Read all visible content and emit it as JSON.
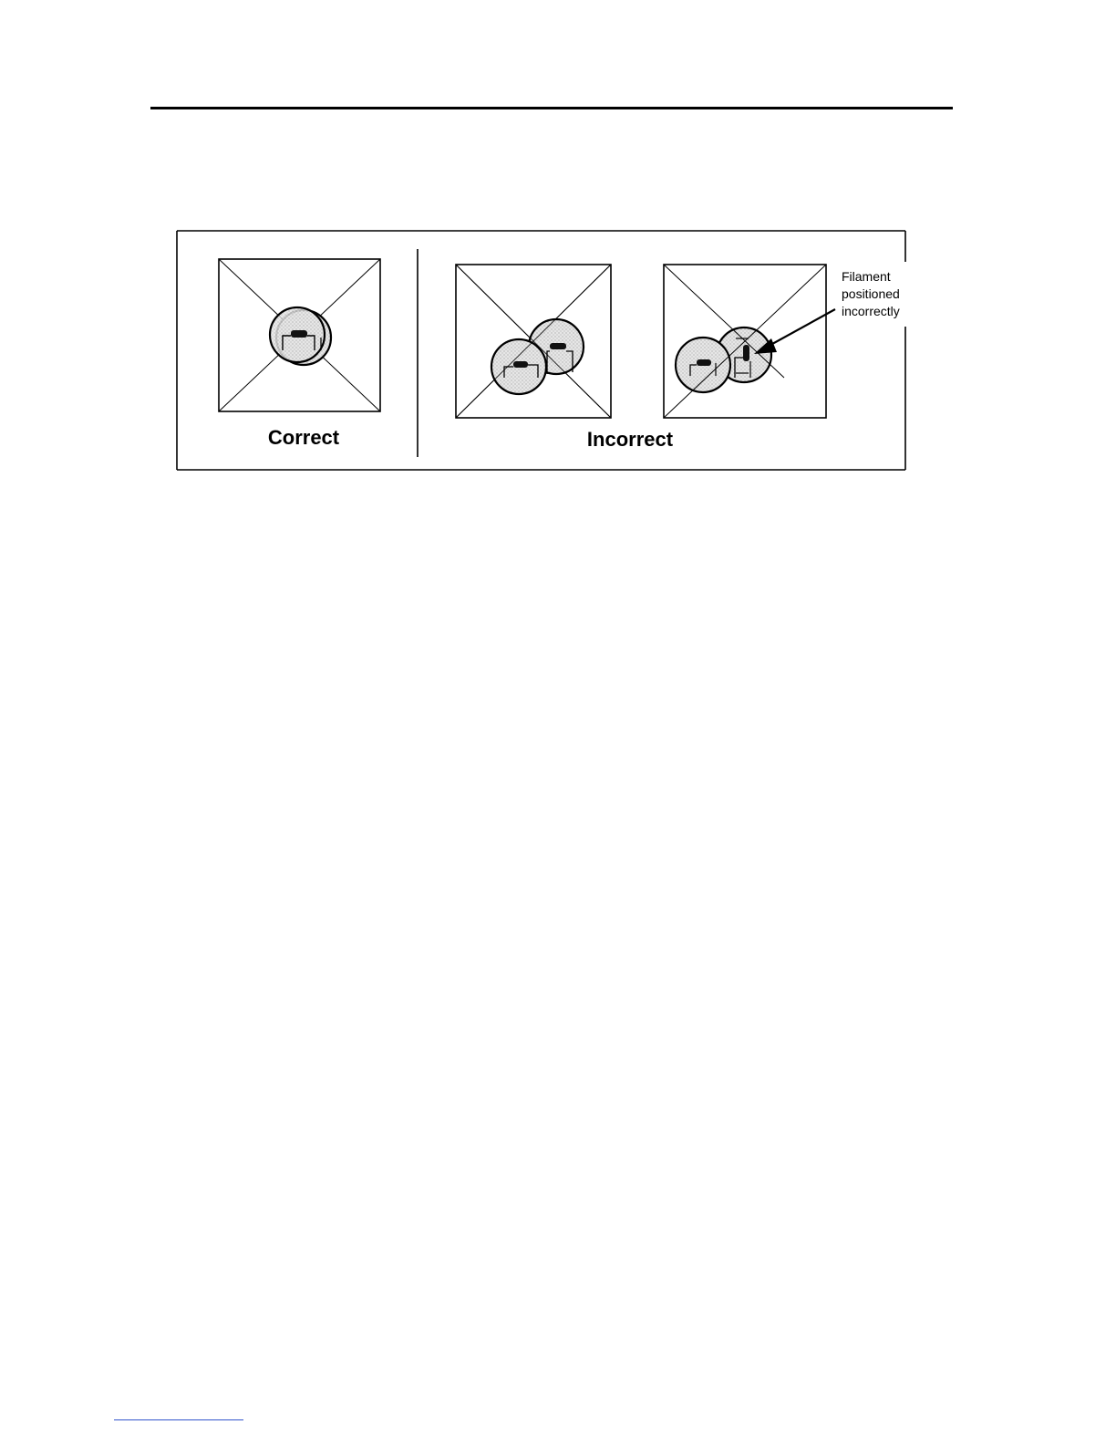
{
  "figure": {
    "panels": {
      "correct_label": "Correct",
      "incorrect_label": "Incorrect"
    },
    "callout": {
      "line1": "Filament",
      "line2": "positioned",
      "line3": "incorrectly"
    },
    "colors": {
      "line": "#000000",
      "lamp_fill": "#d9d9d9",
      "background": "#ffffff"
    }
  }
}
